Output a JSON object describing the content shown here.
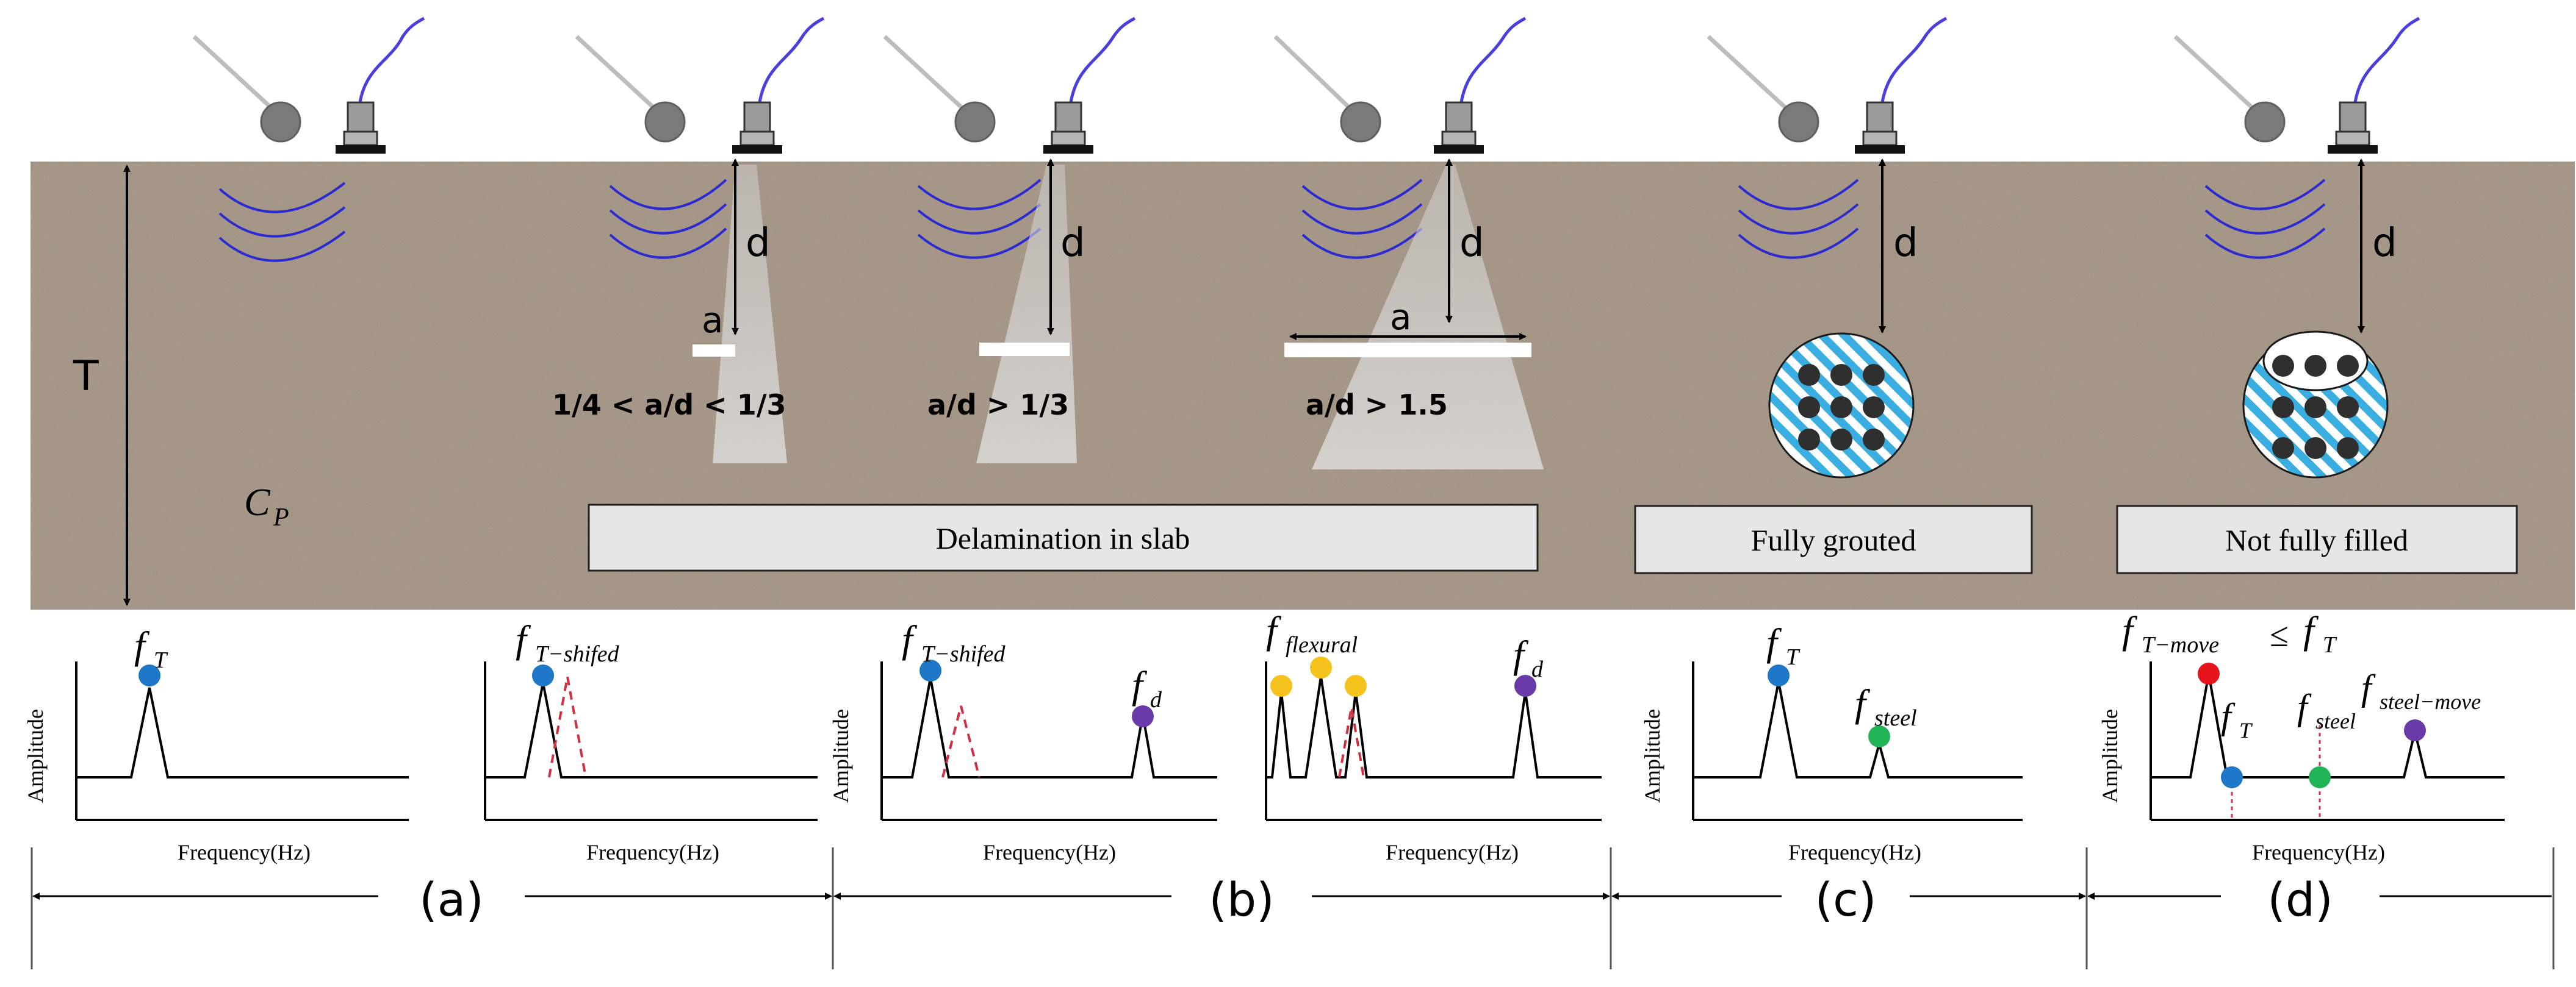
{
  "labels": {
    "thickness": "T",
    "depth": "d",
    "flaw_size": "a",
    "wave_speed": "C",
    "wave_speed_sub": "P",
    "ratio_1": "1/4 < a/d < 1/3",
    "ratio_2": "a/d > 1/3",
    "ratio_3": "a/d > 1.5"
  },
  "boxes": {
    "delamination": "Delamination in slab",
    "fully_grouted": "Fully grouted",
    "not_fully_filled": "Not fully filled"
  },
  "graphs": {
    "amplitude": "Amplitude",
    "frequency": "Frequency(Hz)"
  },
  "peaks": {
    "f_main": "f",
    "sub_T": "T",
    "sub_T_shifed": "T−shifed",
    "sub_d": "d",
    "sub_flexural": "flexural",
    "sub_steel": "steel",
    "sub_T_move": "T−move",
    "sub_steel_move": "steel−move",
    "le_sign": "≤"
  },
  "sections": {
    "a": "(a)",
    "b": "(b)",
    "c": "(c)",
    "d": "(d)"
  },
  "colors": {
    "blue_dot": "#1f77c8",
    "purple_dot": "#6a3aa8",
    "yellow_dot": "#f6c21c",
    "green_dot": "#20b457",
    "red_dot": "#e8141c",
    "wave": "#2a2ad0",
    "cable": "#4a3ee0",
    "dashed": "#d03040",
    "hatch": "#3aaee0"
  }
}
